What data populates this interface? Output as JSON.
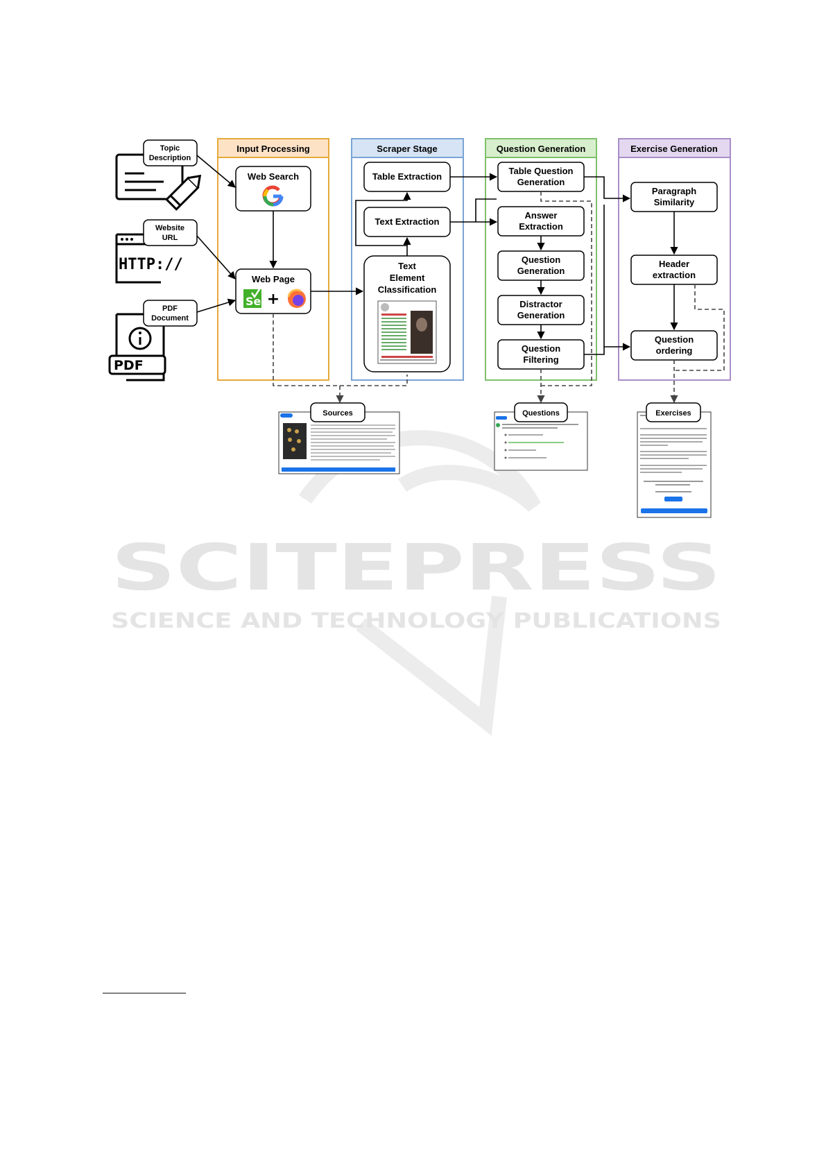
{
  "watermark": {
    "main": "SCITEPRESS",
    "sub": "SCIENCE AND TECHNOLOGY PUBLICATIONS"
  },
  "inputs": {
    "topic": [
      "Topic",
      "Description"
    ],
    "website": [
      "Website",
      "URL"
    ],
    "pdf": [
      "PDF",
      "Document"
    ],
    "http_text": "HTTP://",
    "pdf_badge": "PDF"
  },
  "stages": {
    "input_processing": "Input Processing",
    "scraper_stage": "Scraper Stage",
    "question_generation": "Question Generation",
    "exercise_generation": "Exercise Generation"
  },
  "nodes": {
    "web_search": "Web Search",
    "web_page": "Web Page",
    "plus": "+",
    "selenium": "Se",
    "table_extraction": "Table Extraction",
    "text_extraction": "Text Extraction",
    "text_element_classification": [
      "Text",
      "Element",
      "Classification"
    ],
    "table_question_generation": [
      "Table Question",
      "Generation"
    ],
    "answer_extraction": [
      "Answer",
      "Extraction"
    ],
    "question_generation_node": [
      "Question",
      "Generation"
    ],
    "distractor_generation": [
      "Distractor",
      "Generation"
    ],
    "question_filtering": [
      "Question",
      "Filtering"
    ],
    "paragraph_similarity": [
      "Paragraph",
      "Similarity"
    ],
    "header_extraction": [
      "Header",
      "extraction"
    ],
    "question_ordering": [
      "Question",
      "ordering"
    ]
  },
  "outputs": {
    "sources": "Sources",
    "questions": "Questions",
    "exercises": "Exercises"
  },
  "colors": {
    "input_processing_border": "#e6a93a",
    "input_processing_fill": "#fde2c6",
    "scraper_border": "#7aa3d4",
    "scraper_fill": "#d6e4f5",
    "question_border": "#7fc06a",
    "question_fill": "#d8efce",
    "exercise_border": "#a98dc9",
    "exercise_fill": "#e3d8ef",
    "google_blue": "#4285f4",
    "google_red": "#ea4335",
    "google_yellow": "#fbbc05",
    "google_green": "#34a853",
    "selenium_green": "#43b02a",
    "firefox_orange": "#ff7139",
    "button_blue": "#1a73e8"
  }
}
